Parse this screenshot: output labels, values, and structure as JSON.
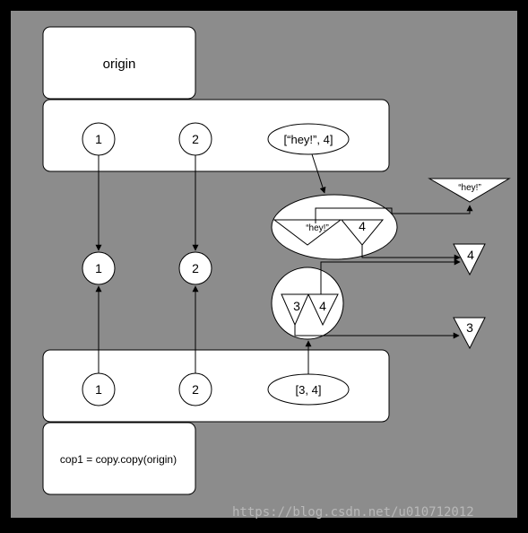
{
  "origin_label": "origin",
  "copy_label": "cop1 = copy.copy(origin)",
  "origin_items": [
    "1",
    "2",
    "[“hey!”, 4]"
  ],
  "copy_items": [
    "1",
    "2",
    "[3, 4]"
  ],
  "shared_ints": [
    "1",
    "2"
  ],
  "list_a": {
    "first": "“hey!”",
    "second": "4"
  },
  "list_b": {
    "first": "3",
    "second": "4"
  },
  "targets": {
    "hey": "“hey!”",
    "four": "4",
    "three": "3"
  },
  "watermark": "https://blog.csdn.net/u010712012",
  "colors": {
    "frame": "#000000",
    "canvas": "#8c8c8c",
    "box": "#ffffff",
    "stroke": "#000000"
  }
}
